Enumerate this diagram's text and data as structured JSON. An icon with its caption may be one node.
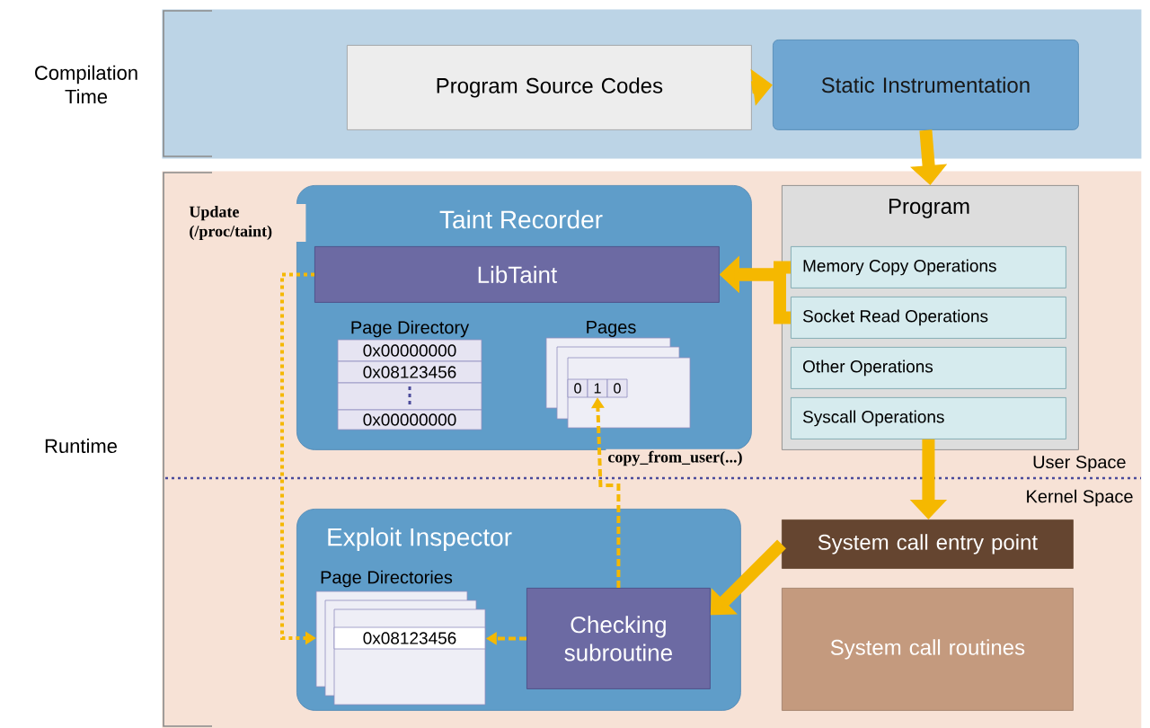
{
  "diagram": {
    "nodes": [
      {
        "text": [
          "Compilation Time"
        ]
      },
      {
        "text": [
          "Program Source Codes"
        ],
        "in": 0
      },
      {
        "text": [
          "Static Instrumentation"
        ],
        "in": 0
      },
      {
        "text": [
          "Runtime"
        ]
      },
      {
        "text": [
          "Taint Recorder"
        ],
        "in": 3
      },
      {
        "text": [
          "LibTaint"
        ],
        "in": 4
      },
      {
        "text": [
          "Page Directory",
          "0x00000000",
          "0x08123456",
          "0x00000000"
        ],
        "in": 4
      },
      {
        "text": [
          "Pages",
          "0",
          "1",
          "0"
        ],
        "in": 4
      },
      {
        "text": [
          "Program"
        ],
        "in": 3
      },
      {
        "text": [
          "Memory Copy Operations"
        ],
        "in": 8
      },
      {
        "text": [
          "Socket Read Operations"
        ],
        "in": 8
      },
      {
        "text": [
          "Other Operations"
        ],
        "in": 8
      },
      {
        "text": [
          "Syscall Operations"
        ],
        "in": 8
      },
      {
        "text": [
          "Exploit Inspector"
        ],
        "in": 3
      },
      {
        "text": [
          "Page Directories",
          "0x08123456"
        ],
        "in": 13
      },
      {
        "text": [
          "Checking subroutine"
        ],
        "in": 13
      },
      {
        "text": [
          "System call entry point"
        ],
        "in": 3
      },
      {
        "text": [
          "System call routines"
        ],
        "in": 3
      }
    ],
    "edges": [
      {
        "from": 1,
        "to": 2,
        "arrow": "to"
      },
      {
        "from": 2,
        "to": 8,
        "arrow": "to"
      },
      {
        "from": 9,
        "to": 5,
        "arrow": "to"
      },
      {
        "from": 10,
        "to": 5,
        "arrow": "to"
      },
      {
        "from": 12,
        "to": 16,
        "arrow": "to"
      },
      {
        "from": 16,
        "to": 15,
        "arrow": "to"
      },
      {
        "from": 15,
        "to": 7,
        "arrow": "to",
        "style": "dashed",
        "label": "copy_from_user(...)"
      },
      {
        "from": 15,
        "to": 14,
        "arrow": "to",
        "style": "dashed"
      },
      {
        "from": 5,
        "to": 14,
        "arrow": "to",
        "style": "dashed",
        "label": "Update (/proc/taint)"
      }
    ],
    "labels": [
      "User Space",
      "Kernel Space"
    ]
  }
}
